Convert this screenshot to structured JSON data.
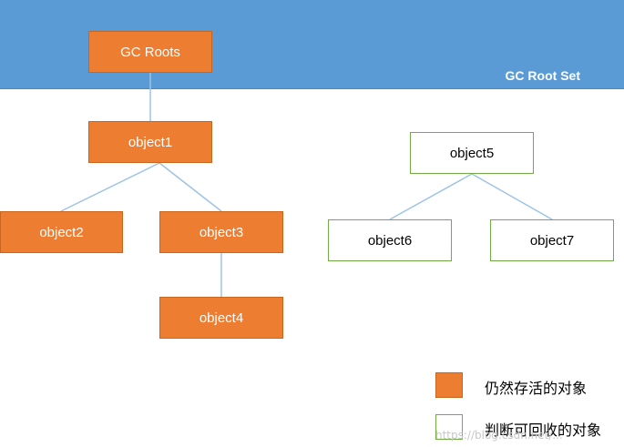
{
  "root_set": {
    "label": "GC Root Set"
  },
  "nodes": {
    "gc_roots": "GC Roots",
    "object1": "object1",
    "object2": "object2",
    "object3": "object3",
    "object4": "object4",
    "object5": "object5",
    "object6": "object6",
    "object7": "object7"
  },
  "edges": [
    [
      "gc_roots",
      "object1"
    ],
    [
      "object1",
      "object2"
    ],
    [
      "object1",
      "object3"
    ],
    [
      "object3",
      "object4"
    ],
    [
      "object5",
      "object6"
    ],
    [
      "object5",
      "object7"
    ]
  ],
  "legend": {
    "live_label": "仍然存活的对象",
    "collectable_label": "判断可回收的对象"
  },
  "watermark": "https://blog.csdn.net/..."
}
